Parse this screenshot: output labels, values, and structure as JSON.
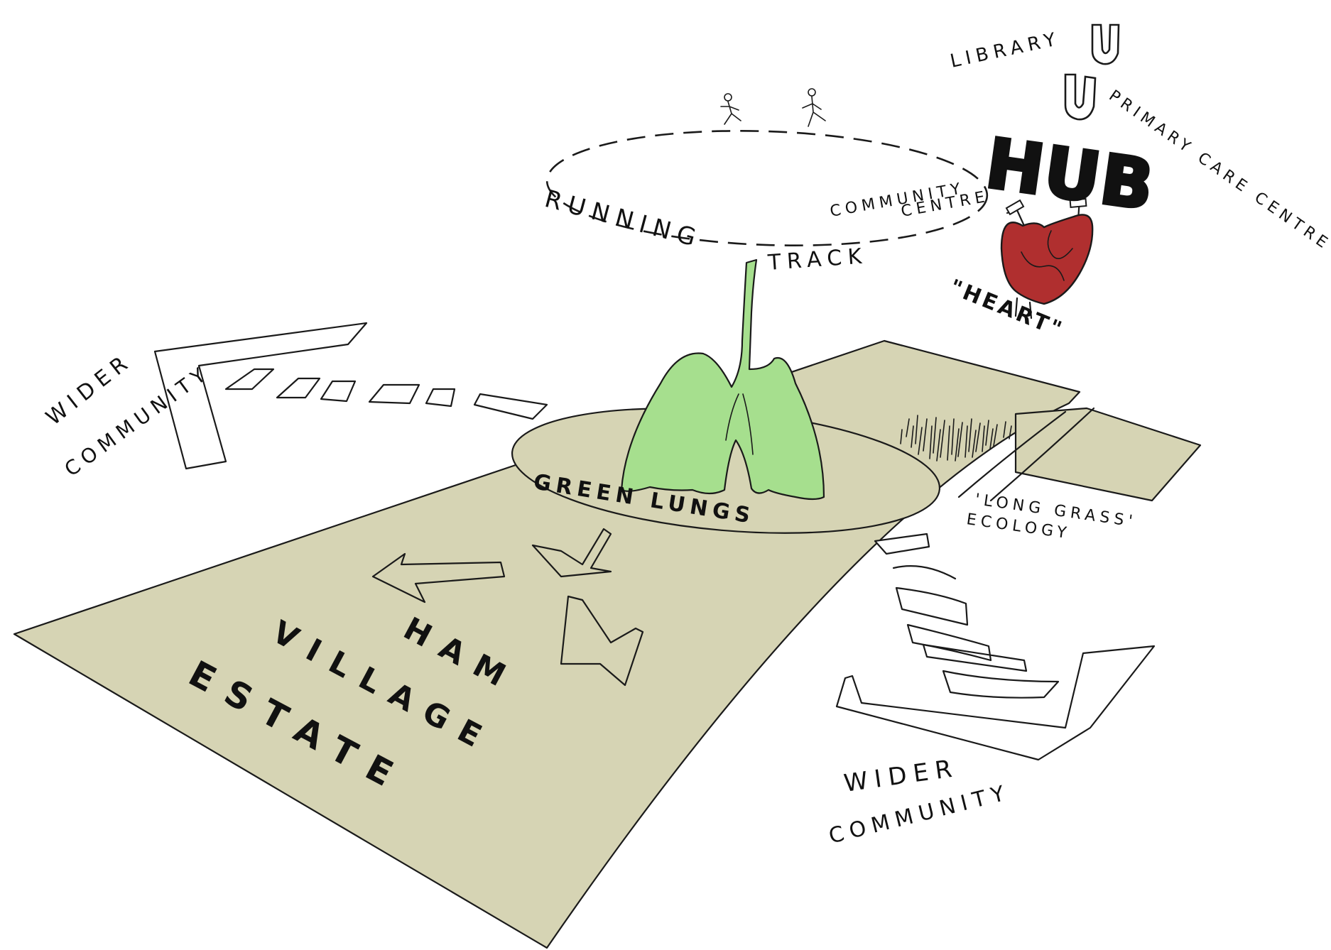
{
  "labels": {
    "library": "LIBRARY",
    "primary_care_centre": "PRIMARY CARE CENTRE",
    "hub": "HUB",
    "community_centre_line1": "COMMUNITY",
    "community_centre_line2": "CENTRE",
    "heart": "\"HEART\"",
    "running": "RUNNING",
    "track": "TRACK",
    "wider_community_left_1": "WIDER",
    "wider_community_left_2": "COMMUNITY",
    "green_lungs": "GREEN LUNGS",
    "long_grass_line1": "'LONG GRASS'",
    "long_grass_line2": "ECOLOGY",
    "ham": "HAM",
    "village": "VILLAGE",
    "estate": "ESTATE",
    "wider_community_right_1": "WIDER",
    "wider_community_right_2": "COMMUNITY"
  },
  "colors": {
    "estate_ground": "#d6d4b4",
    "lungs": "#a6df8e",
    "heart": "#b02f2f",
    "ink": "#1a1a1a"
  },
  "icons": [
    "runner-icon",
    "runner-icon",
    "u-shape-icon",
    "u-shape-icon",
    "heart-organ-icon",
    "lungs-icon",
    "grass-tuft-icon"
  ]
}
